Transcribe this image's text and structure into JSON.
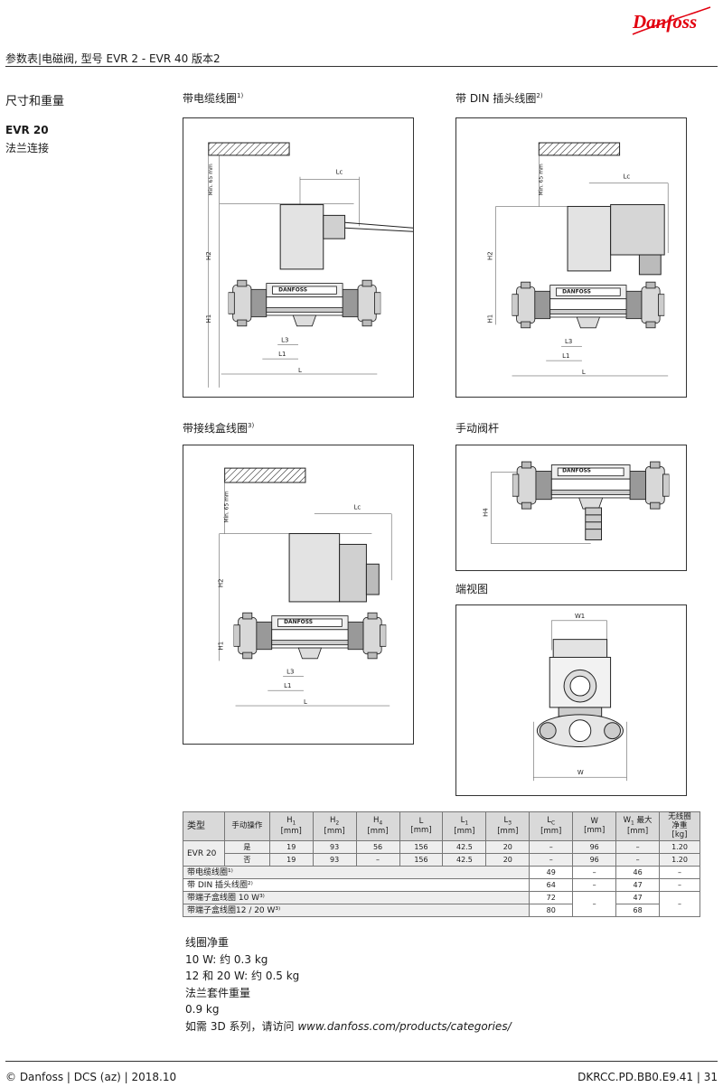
{
  "brand": {
    "logo_text": "Danfoss",
    "color": "#e2000f"
  },
  "header": {
    "title": "参数表|电磁阀, 型号 EVR 2 - EVR 40 版本2"
  },
  "section": {
    "title": "尺寸和重量",
    "model": "EVR 20",
    "model_sub": "法兰连接"
  },
  "figures": {
    "cable_coil": {
      "caption": "带电缆线圈",
      "note": "1)"
    },
    "din_coil": {
      "caption": "带 DIN 插头线圈",
      "note": "2)"
    },
    "junction_coil": {
      "caption": "带接线盒线圈",
      "note": "3)"
    },
    "manual_stem": {
      "caption": "手动阀杆"
    },
    "end_view": {
      "caption": "端视图"
    }
  },
  "drawing_labels": {
    "min65": "Min. 65 mm",
    "lc": "Lc",
    "h1": "H1",
    "h2": "H2",
    "h4": "H4",
    "l": "L",
    "l1": "L1",
    "l3": "L3",
    "w": "W",
    "w1": "W1",
    "valve_text": "DANFOSS"
  },
  "table": {
    "headers": {
      "type": "类型",
      "manual": "手动操作",
      "h1": "H",
      "h1_sub": "1",
      "h2": "H",
      "h2_sub": "2",
      "h4": "H",
      "h4_sub": "4",
      "l": "L",
      "l1": "L",
      "l1_sub": "1",
      "l3": "L",
      "l3_sub": "3",
      "lc": "L",
      "lc_sub": "C",
      "w": "W",
      "w1": "W",
      "w1_sub": "1",
      "w1_suffix": " 最大",
      "weight": "无线圈\n净重\n[kg]",
      "mm": "[mm]"
    },
    "model": "EVR 20",
    "rows": [
      {
        "manual": "是",
        "h1": "19",
        "h2": "93",
        "h4": "56",
        "l": "156",
        "l1": "42.5",
        "l3": "20",
        "lc": "–",
        "w": "96",
        "w1": "–",
        "weight": "1.20"
      },
      {
        "manual": "否",
        "h1": "19",
        "h2": "93",
        "h4": "–",
        "l": "156",
        "l1": "42.5",
        "l3": "20",
        "lc": "–",
        "w": "96",
        "w1": "–",
        "weight": "1.20"
      }
    ],
    "coil_rows": [
      {
        "label": "带电缆线圈¹⁾",
        "lc": "49",
        "w": "–",
        "w1": "46",
        "weight": "–"
      },
      {
        "label": "带 DIN 插头线圈²⁾",
        "lc": "64",
        "w": "–",
        "w1": "47",
        "weight": "–"
      },
      {
        "label": "带端子盒线圈 10 W³⁾",
        "lc": "72",
        "w": "–",
        "w1": "47",
        "weight": "–"
      },
      {
        "label": "带端子盒线圈12 / 20 W³⁾",
        "lc": "80",
        "w1": "68"
      }
    ]
  },
  "notes": {
    "coil_weight_title": "线圈净重",
    "coil_10w": "10 W: 约 0.3 kg",
    "coil_12_20w": "12 和 20 W: 约 0.5 kg",
    "flange_title": "法兰套件重量",
    "flange_weight": "0.9 kg",
    "visit_prefix": "如需 3D 系列，请访问 ",
    "visit_url": "www.danfoss.com/products/categories/"
  },
  "footer": {
    "left": "© Danfoss | DCS (az) | 2018.10",
    "right": "DKRCC.PD.BB0.E9.41 | 31"
  }
}
